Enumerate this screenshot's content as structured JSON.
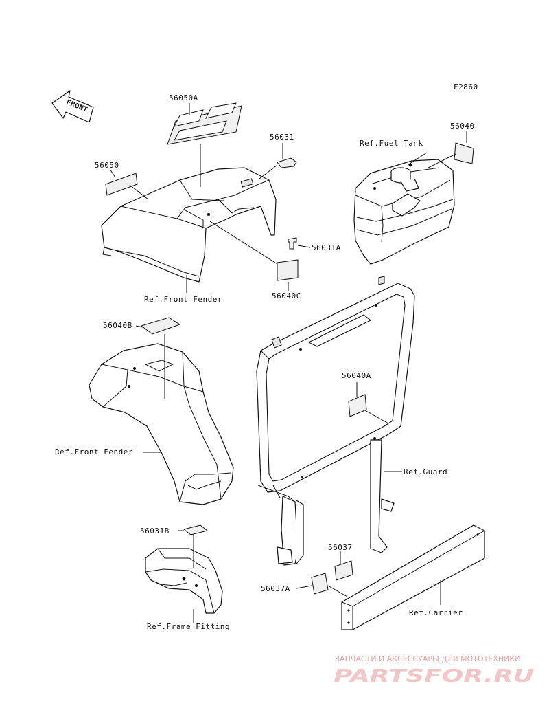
{
  "figure_code": "F2860",
  "front_arrow_label": "FRONT",
  "callouts": {
    "p56050A": "56050A",
    "p56050": "56050",
    "p56031": "56031",
    "p56040": "56040",
    "ref_fuel_tank": "Ref.Fuel Tank",
    "p56031A": "56031A",
    "p56040C": "56040C",
    "ref_front_fender_top": "Ref.Front Fender",
    "p56040B": "56040B",
    "p56040A": "56040A",
    "ref_front_fender_mid": "Ref.Front Fender",
    "ref_guard": "Ref.Guard",
    "p56031B": "56031B",
    "p56037": "56037",
    "p56037A": "56037A",
    "ref_frame_fitting": "Ref.Frame Fitting",
    "ref_carrier": "Ref.Carrier"
  },
  "watermark": {
    "subtitle": "ЗАПЧАСТИ И АКСЕССУАРЫ ДЛЯ МОТОТЕХНИКИ",
    "brand": "PARTSFOR.RU"
  }
}
